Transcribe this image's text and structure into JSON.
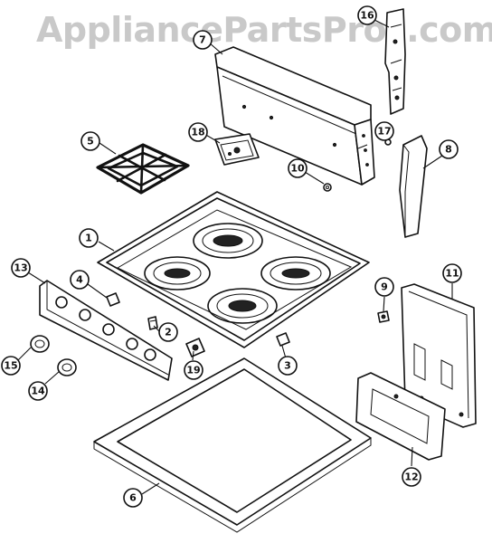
{
  "watermark": "AppliancePartsPros.com",
  "callouts": [
    {
      "id": "c1",
      "label": "1"
    },
    {
      "id": "c2",
      "label": "2"
    },
    {
      "id": "c3",
      "label": "3"
    },
    {
      "id": "c4",
      "label": "4"
    },
    {
      "id": "c5",
      "label": "5"
    },
    {
      "id": "c6",
      "label": "6"
    },
    {
      "id": "c7",
      "label": "7"
    },
    {
      "id": "c8",
      "label": "8"
    },
    {
      "id": "c9",
      "label": "9"
    },
    {
      "id": "c10",
      "label": "10"
    },
    {
      "id": "c11",
      "label": "11"
    },
    {
      "id": "c12",
      "label": "12"
    },
    {
      "id": "c13",
      "label": "13"
    },
    {
      "id": "c14",
      "label": "14"
    },
    {
      "id": "c15",
      "label": "15"
    },
    {
      "id": "c16",
      "label": "16"
    },
    {
      "id": "c17",
      "label": "17"
    },
    {
      "id": "c18",
      "label": "18"
    },
    {
      "id": "c19",
      "label": "19"
    }
  ]
}
